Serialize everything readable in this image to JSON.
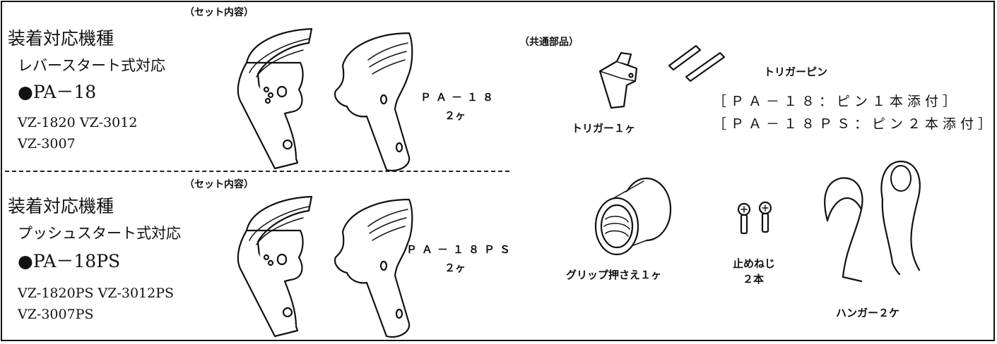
{
  "top_section": {
    "heading": "装着対応機種",
    "set_label": "（セット内容）",
    "subtitle": "レバースタート式対応",
    "model": "●PA－18",
    "models_line1": "VZ-1820  VZ-3012",
    "models_line2": "VZ-3007",
    "part_name": "ＰＡ－１８",
    "part_qty": "２ヶ"
  },
  "bottom_section": {
    "heading": "装着対応機種",
    "set_label": "（セット内容）",
    "subtitle": "プッシュスタート式対応",
    "model": "●PA－18PS",
    "models_line1": "VZ-1820PS  VZ-3012PS",
    "models_line2": "VZ-3007PS",
    "part_name": "ＰＡ－１８ＰＳ",
    "part_qty": "２ヶ"
  },
  "common_parts": {
    "heading": "（共通部品）",
    "trigger_label": "トリガー１ヶ",
    "trigger_pin_label": "トリガーピン",
    "pin_note_1": "［ＰＡ－１８：ピン１本添付］",
    "pin_note_2": "［ＰＡ－１８ＰＳ：ピン２本添付］",
    "grip_holder_label": "グリップ押さえ１ヶ",
    "screw_label_1": "止めねじ",
    "screw_label_2": "２本",
    "hanger_label": "ハンガー２ケ"
  }
}
